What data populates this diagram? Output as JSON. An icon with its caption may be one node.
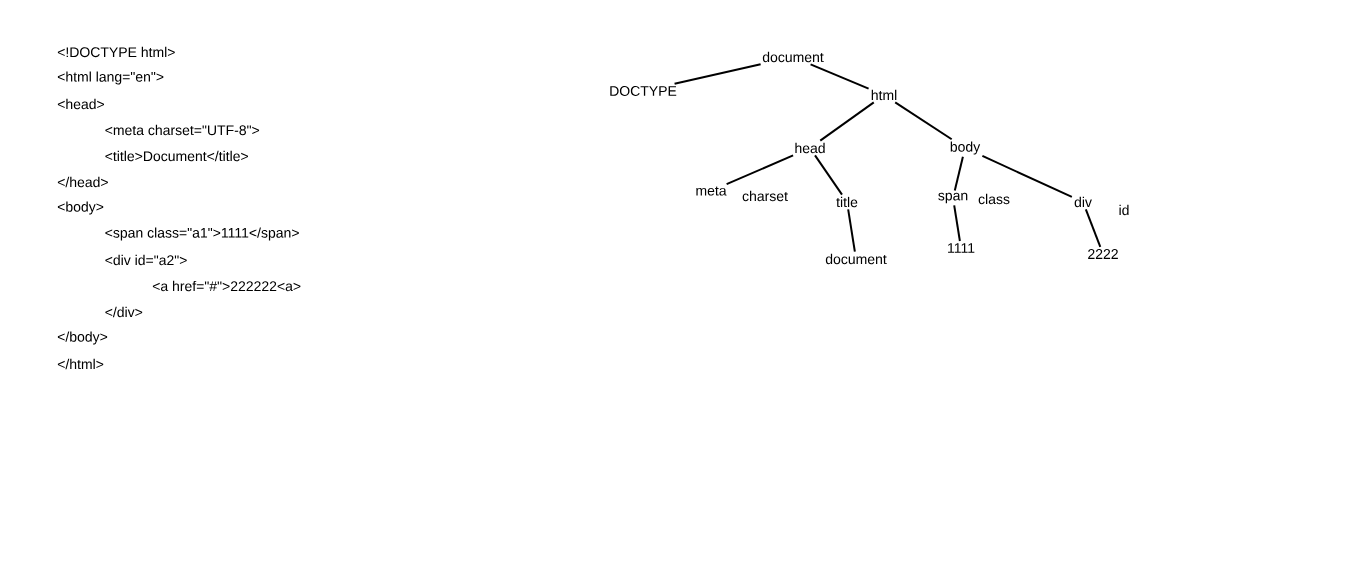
{
  "diagram": {
    "nodes": [
      {
        "text": [
          "document"
        ]
      },
      {
        "text": [
          "DOCTYPE"
        ]
      },
      {
        "text": [
          "html"
        ]
      },
      {
        "text": [
          "head"
        ]
      },
      {
        "text": [
          "body"
        ]
      },
      {
        "text": [
          "meta"
        ]
      },
      {
        "text": [
          "title"
        ]
      },
      {
        "text": [
          "span"
        ]
      },
      {
        "text": [
          "div"
        ]
      },
      {
        "text": [
          "document"
        ]
      },
      {
        "text": [
          "1111"
        ]
      },
      {
        "text": [
          "2222"
        ]
      }
    ],
    "edges": [
      {
        "from": 0,
        "to": 1,
        "arrow": "none"
      },
      {
        "from": 0,
        "to": 2,
        "arrow": "none"
      },
      {
        "from": 2,
        "to": 3,
        "arrow": "none"
      },
      {
        "from": 2,
        "to": 4,
        "arrow": "none"
      },
      {
        "from": 3,
        "to": 5,
        "arrow": "none"
      },
      {
        "from": 3,
        "to": 6,
        "arrow": "none"
      },
      {
        "from": 4,
        "to": 7,
        "arrow": "none"
      },
      {
        "from": 4,
        "to": 8,
        "arrow": "none"
      },
      {
        "from": 6,
        "to": 9,
        "arrow": "none"
      },
      {
        "from": 7,
        "to": 10,
        "arrow": "none"
      },
      {
        "from": 8,
        "to": 11,
        "arrow": "none"
      }
    ],
    "labels": [
      "<!DOCTYPE html>",
      "<html lang=\"en\">",
      "<head>",
      "<meta charset=\"UTF-8\">",
      "<title>Document</title>",
      "</head>",
      "<body>",
      "<span class=\"a1\">1111</span>",
      "<div id=\"a2\">",
      "<a href=\"#\">222222<a>",
      "</div>",
      "</body>",
      "</html>",
      "charset",
      "class",
      "id"
    ]
  }
}
